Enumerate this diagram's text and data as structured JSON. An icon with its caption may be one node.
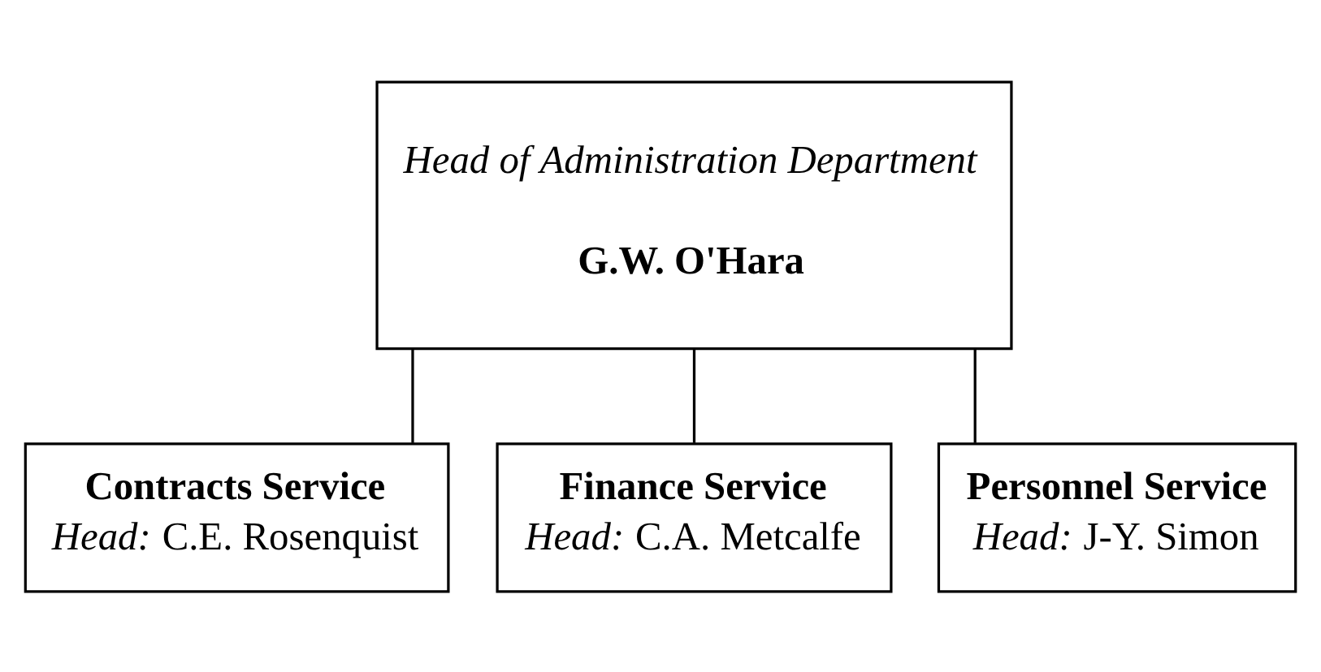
{
  "diagram": {
    "nodes": [
      {
        "text": [
          "Head of Administration Department",
          "G.W. O'Hara"
        ]
      },
      {
        "text": [
          "Contracts Service",
          "*Head:* C.E. Rosenquist"
        ]
      },
      {
        "text": [
          "Finance Service",
          "*Head:* C.A. Metcalfe"
        ]
      },
      {
        "text": [
          "Personnel Service",
          "*Head:* J-Y. Simon"
        ]
      }
    ],
    "edges": [
      {
        "from": 0,
        "to": 1,
        "arrow": "none"
      },
      {
        "from": 0,
        "to": 2,
        "arrow": "none"
      },
      {
        "from": 0,
        "to": 3,
        "arrow": "none"
      }
    ]
  }
}
